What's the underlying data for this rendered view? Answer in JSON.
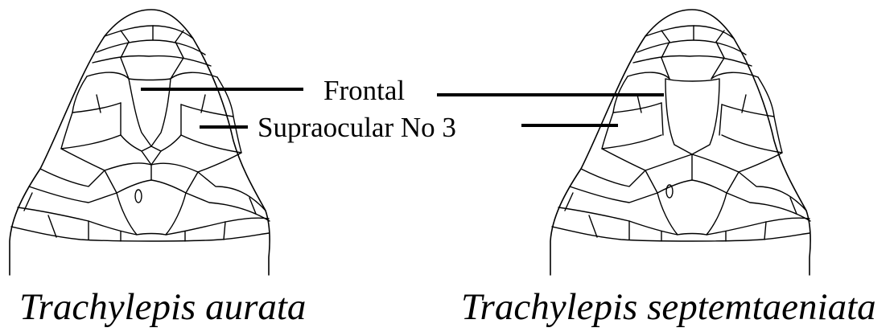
{
  "labels": {
    "frontal": "Frontal",
    "supraocular": "Supraocular No 3"
  },
  "species": {
    "left": "Trachylepis aurata",
    "right": "Trachylepis septemtaeniata"
  },
  "colors": {
    "ink": "#000000",
    "background": "#ffffff"
  }
}
